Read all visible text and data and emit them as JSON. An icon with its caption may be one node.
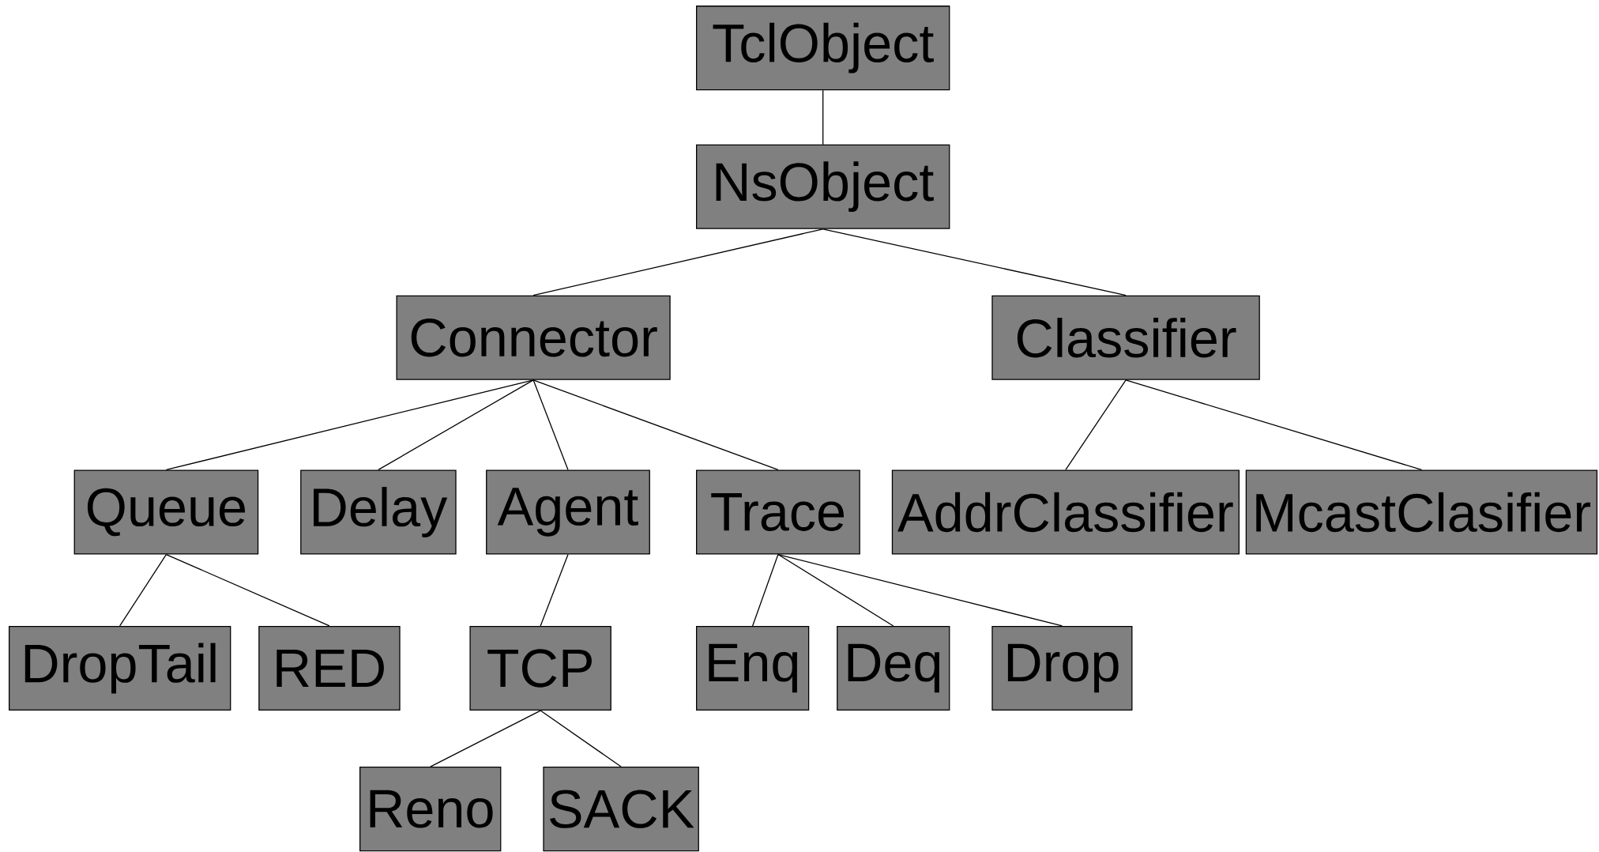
{
  "diagram": {
    "nodes": [
      {
        "text": [
          "TclObject"
        ]
      },
      {
        "text": [
          "NsObject"
        ]
      },
      {
        "text": [
          "Connector"
        ]
      },
      {
        "text": [
          "Classifier"
        ]
      },
      {
        "text": [
          "Queue"
        ]
      },
      {
        "text": [
          "Delay"
        ]
      },
      {
        "text": [
          "Agent"
        ]
      },
      {
        "text": [
          "Trace"
        ]
      },
      {
        "text": [
          "AddrClassifier"
        ]
      },
      {
        "text": [
          "McastClasifier"
        ]
      },
      {
        "text": [
          "DropTail"
        ]
      },
      {
        "text": [
          "RED"
        ]
      },
      {
        "text": [
          "TCP"
        ]
      },
      {
        "text": [
          "Enq"
        ]
      },
      {
        "text": [
          "Deq"
        ]
      },
      {
        "text": [
          "Drop"
        ]
      },
      {
        "text": [
          "Reno"
        ]
      },
      {
        "text": [
          "SACK"
        ]
      }
    ],
    "edges": [
      {
        "from": 0,
        "to": 1,
        "arrow": "none"
      },
      {
        "from": 1,
        "to": 2,
        "arrow": "none"
      },
      {
        "from": 1,
        "to": 3,
        "arrow": "none"
      },
      {
        "from": 2,
        "to": 4,
        "arrow": "none"
      },
      {
        "from": 2,
        "to": 5,
        "arrow": "none"
      },
      {
        "from": 2,
        "to": 6,
        "arrow": "none"
      },
      {
        "from": 2,
        "to": 7,
        "arrow": "none"
      },
      {
        "from": 3,
        "to": 8,
        "arrow": "none"
      },
      {
        "from": 3,
        "to": 9,
        "arrow": "none"
      },
      {
        "from": 4,
        "to": 10,
        "arrow": "none"
      },
      {
        "from": 4,
        "to": 11,
        "arrow": "none"
      },
      {
        "from": 6,
        "to": 12,
        "arrow": "none"
      },
      {
        "from": 7,
        "to": 13,
        "arrow": "none"
      },
      {
        "from": 7,
        "to": 14,
        "arrow": "none"
      },
      {
        "from": 7,
        "to": 15,
        "arrow": "none"
      },
      {
        "from": 12,
        "to": 16,
        "arrow": "none"
      },
      {
        "from": 12,
        "to": 17,
        "arrow": "none"
      }
    ]
  }
}
